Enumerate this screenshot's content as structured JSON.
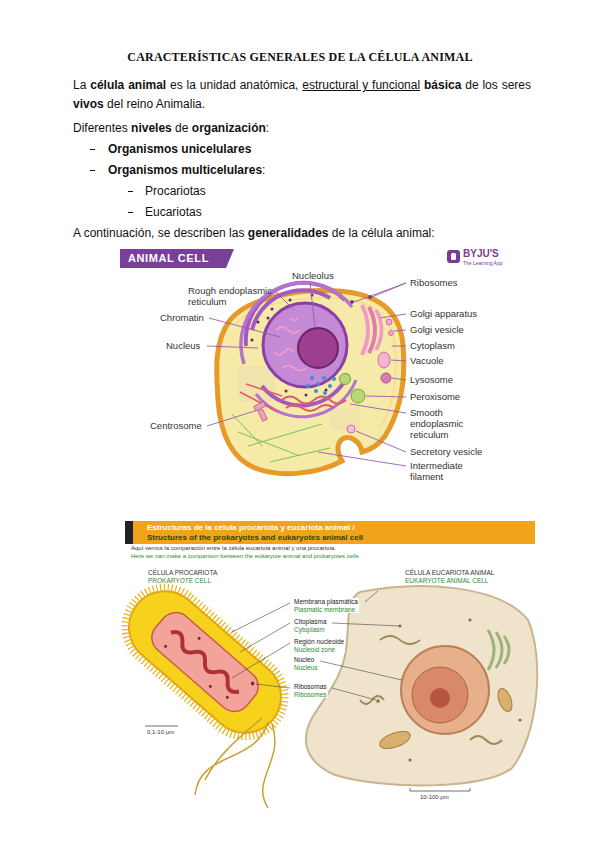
{
  "diagram": {
    "title": "CARACTERÍSTICAS GENERALES DE LA CÉLULA ANIMAL",
    "nodes": [
      {
        "text": [
          "ANIMAL CELL"
        ]
      },
      {
        "text": [
          "Estructuras de la célula procariota y eucariota animal /",
          "Structures of the prokaryotes and eukaryotes animal cell"
        ]
      }
    ],
    "labels": [
      "La",
      "célula animal",
      "es la unidad anatómica,",
      "estructural y funcional",
      "básica",
      "de los seres",
      "vivos",
      "del reino Animalia.",
      "Diferentes",
      "niveles",
      "de",
      "organización",
      ":",
      "Organismos unicelulares",
      "Organismos multicelulares",
      ":",
      "Procariotas",
      "Eucariotas",
      "A continuación, se describen las",
      "generalidades",
      "de la célula animal:",
      "BYJU'S",
      "The Learning App",
      "Nucleolus",
      "Rough endoplasmic reticulum",
      "Chromatin",
      "Nucleus",
      "Centrosome",
      "Ribosomes",
      "Golgi apparatus",
      "Golgi vesicle",
      "Cytoplasm",
      "Vacuole",
      "Lysosome",
      "Peroxisome",
      "Smooth endoplasmic reticulum",
      "Secretory vesicle",
      "Intermediate filament",
      "Aquí vemos la comparación entre la célula eucariota animal y una procariota.",
      "Here we can make a comparison between the eukaryote animal and prokaryotes cells",
      "CÉLULA PROCARIOTA",
      "PROKARYOTE CELL",
      "CÉLULA EUCARIOTA ANIMAL",
      "EUKARYOTE ANIMAL CELL",
      "Membrana plasmática",
      "Plasmatic membrane",
      "Citoplasma",
      "Cytoplasm",
      "Región nucleoide",
      "Nucleoid zone",
      "Núcleo",
      "Nucleus",
      "Ribosomas",
      "Ribosomes",
      "0,1-10 μm",
      "10-100 μm"
    ]
  }
}
